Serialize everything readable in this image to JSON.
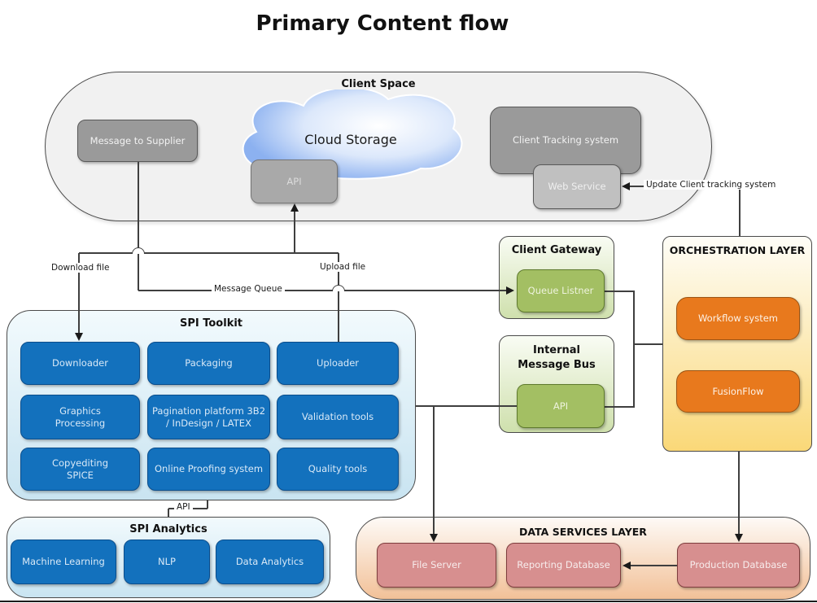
{
  "title": "Primary Content flow",
  "client_space": {
    "label": "Client Space",
    "message_to_supplier": "Message to Supplier",
    "cloud_storage": "Cloud Storage",
    "api": "API",
    "client_tracking": "Client Tracking system",
    "web_service": "Web Service"
  },
  "connectors": {
    "download_file": "Download file",
    "upload_file": "Upload file",
    "message_queue": "Message Queue",
    "update_client_tracking": "Update Client tracking system",
    "analytics_api": "API"
  },
  "client_gateway": {
    "label": "Client Gateway",
    "queue_listner": "Queue Listner"
  },
  "internal_message_bus": {
    "label": "Internal\nMessage Bus",
    "api": "API"
  },
  "orchestration_layer": {
    "label": "ORCHESTRATION LAYER",
    "workflow_system": "Workflow system",
    "fusionflow": "FusionFlow"
  },
  "spi_toolkit": {
    "label": "SPI Toolkit",
    "boxes": [
      "Downloader",
      "Packaging",
      "Uploader",
      "Graphics Processing",
      "Pagination platform 3B2 / InDesign / LATEX",
      "Validation tools",
      "Copyediting SPICE",
      "Online Proofing system",
      "Quality tools"
    ]
  },
  "spi_analytics": {
    "label": "SPI Analytics",
    "boxes": [
      "Machine Learning",
      "NLP",
      "Data Analytics"
    ]
  },
  "data_services_layer": {
    "label": "DATA SERVICES LAYER",
    "boxes": [
      "File Server",
      "Reporting Database",
      "Production Database"
    ]
  },
  "colors": {
    "toolkit_node": "#1371bd",
    "gateway_node": "#a3bf63",
    "orchestration_node": "#e8791d",
    "data_node": "#d78f8f",
    "client_node": "#9a9a9a",
    "connector": "#3f3f3f"
  }
}
